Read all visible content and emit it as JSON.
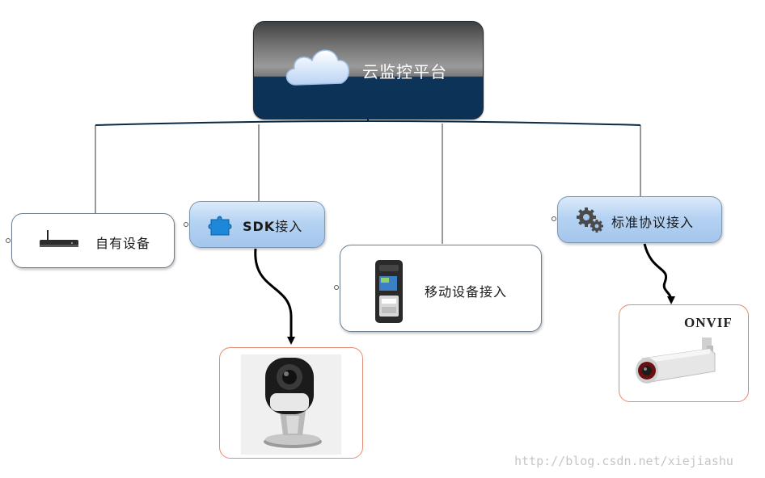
{
  "root": {
    "label": "云监控平台",
    "icon": "cloud-icon"
  },
  "nodes": {
    "own_device": {
      "label": "自有设备",
      "icon": "router-icon"
    },
    "sdk": {
      "label_bold": "SDK",
      "label_rest": "接入",
      "icon": "puzzle-icon"
    },
    "mobile": {
      "label": "移动设备接入",
      "icon": "handheld-device-icon"
    },
    "standard": {
      "label": "标准协议接入",
      "icon": "gears-icon"
    }
  },
  "images": {
    "sdk_camera": {
      "icon": "home-camera-icon"
    },
    "onvif_camera": {
      "logo_text": "ONVIF",
      "icon": "bullet-camera-icon"
    }
  },
  "watermark": "http://blog.csdn.net/xiejiashu",
  "colors": {
    "root_dark": "#0b3255",
    "node_blue": "#a4c6ec",
    "frame_border": "#e58a70",
    "connector": "#0b2a44"
  }
}
